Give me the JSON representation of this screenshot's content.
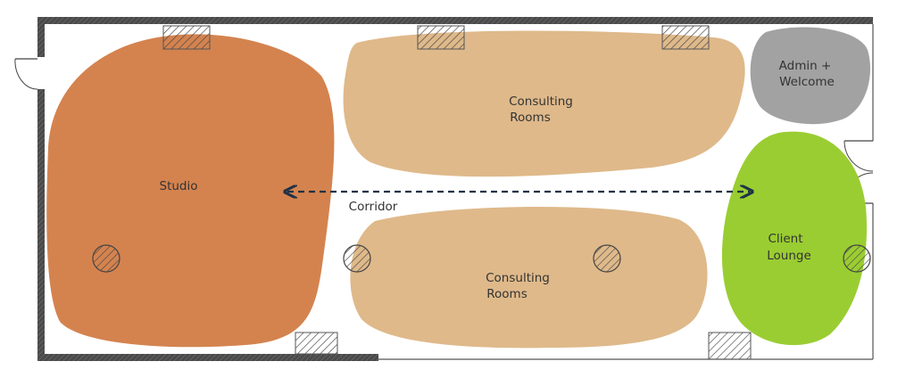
{
  "labels": {
    "studio": "Studio",
    "consulting_top_line1": "Consulting",
    "consulting_top_line2": "Rooms",
    "consulting_bottom_line1": "Consulting",
    "consulting_bottom_line2": "Rooms",
    "admin_line1": "Admin +",
    "admin_line2": "Welcome",
    "client_line1": "Client",
    "client_line2": "Lounge",
    "corridor": "Corridor"
  },
  "colors": {
    "studio": "#d4834f",
    "consulting": "#dfb98a",
    "admin": "#a2a2a2",
    "client": "#9acd32",
    "wall": "#4a4a4a",
    "label": "#333333",
    "corridor_arrow": "#1e3246"
  }
}
